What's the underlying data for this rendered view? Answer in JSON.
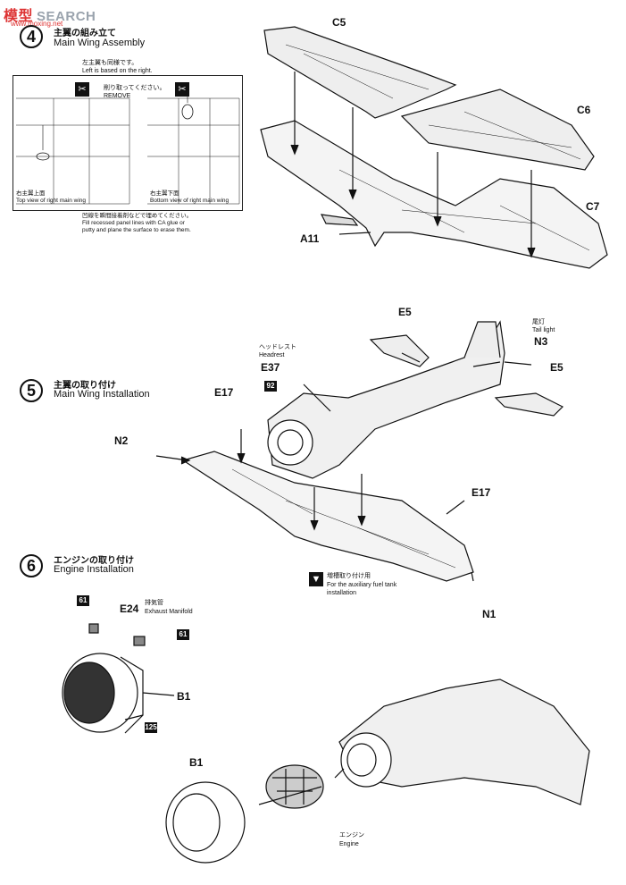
{
  "watermark": {
    "cn": "模型",
    "text": "SEARCH",
    "sub": "www.moxing.net"
  },
  "step4": {
    "number": "4",
    "jp_title": "主翼の組み立て",
    "en_title": "Main Wing Assembly",
    "inset": {
      "note_jp": "左主翼も同様です。",
      "note_en": "Left is based on the right.",
      "remove_jp": "削り取ってください。",
      "remove_en": "REMOVE",
      "top_view_jp": "右主翼上面",
      "top_view_en": "Top view of right main wing",
      "bottom_view_jp": "右主翼下面",
      "bottom_view_en": "Bottom view of right main wing",
      "fill_jp": "凹線を瞬間接着剤などで埋めてください。",
      "fill_en": "Fill recessed panel lines with CA glue or putty and plane the surface to erase them."
    },
    "parts": {
      "c5": "C5",
      "c6": "C6",
      "c7": "C7",
      "a11": "A11"
    }
  },
  "step5": {
    "number": "5",
    "jp_title": "主翼の取り付け",
    "en_title": "Main Wing Installation",
    "parts": {
      "e5_top": "E5",
      "e5_right": "E5",
      "e37": "E37",
      "e17_left": "E17",
      "e17_right": "E17",
      "n1": "N1",
      "n2": "N2",
      "n3": "N3"
    },
    "headrest_jp": "ヘッドレスト",
    "headrest_en": "Headrest",
    "taillight_jp": "尾灯",
    "taillight_en": "Tail light",
    "badge_92": "92",
    "fuel_jp": "増槽取り付け用",
    "fuel_en": "For the auxiliary fuel tank installation"
  },
  "step6": {
    "number": "6",
    "jp_title": "エンジンの取り付け",
    "en_title": "Engine Installation",
    "parts": {
      "e24": "E24",
      "b1": "B1",
      "b1_lower": "B1"
    },
    "exhaust_jp": "排気管",
    "exhaust_en": "Exhaust Manifold",
    "engine_jp": "エンジン",
    "engine_en": "Engine",
    "badge_61a": "61",
    "badge_61b": "61",
    "badge_125": "125"
  },
  "colors": {
    "line": "#111111",
    "wing_fill": "#e9e9e9",
    "paper": "#ffffff"
  }
}
